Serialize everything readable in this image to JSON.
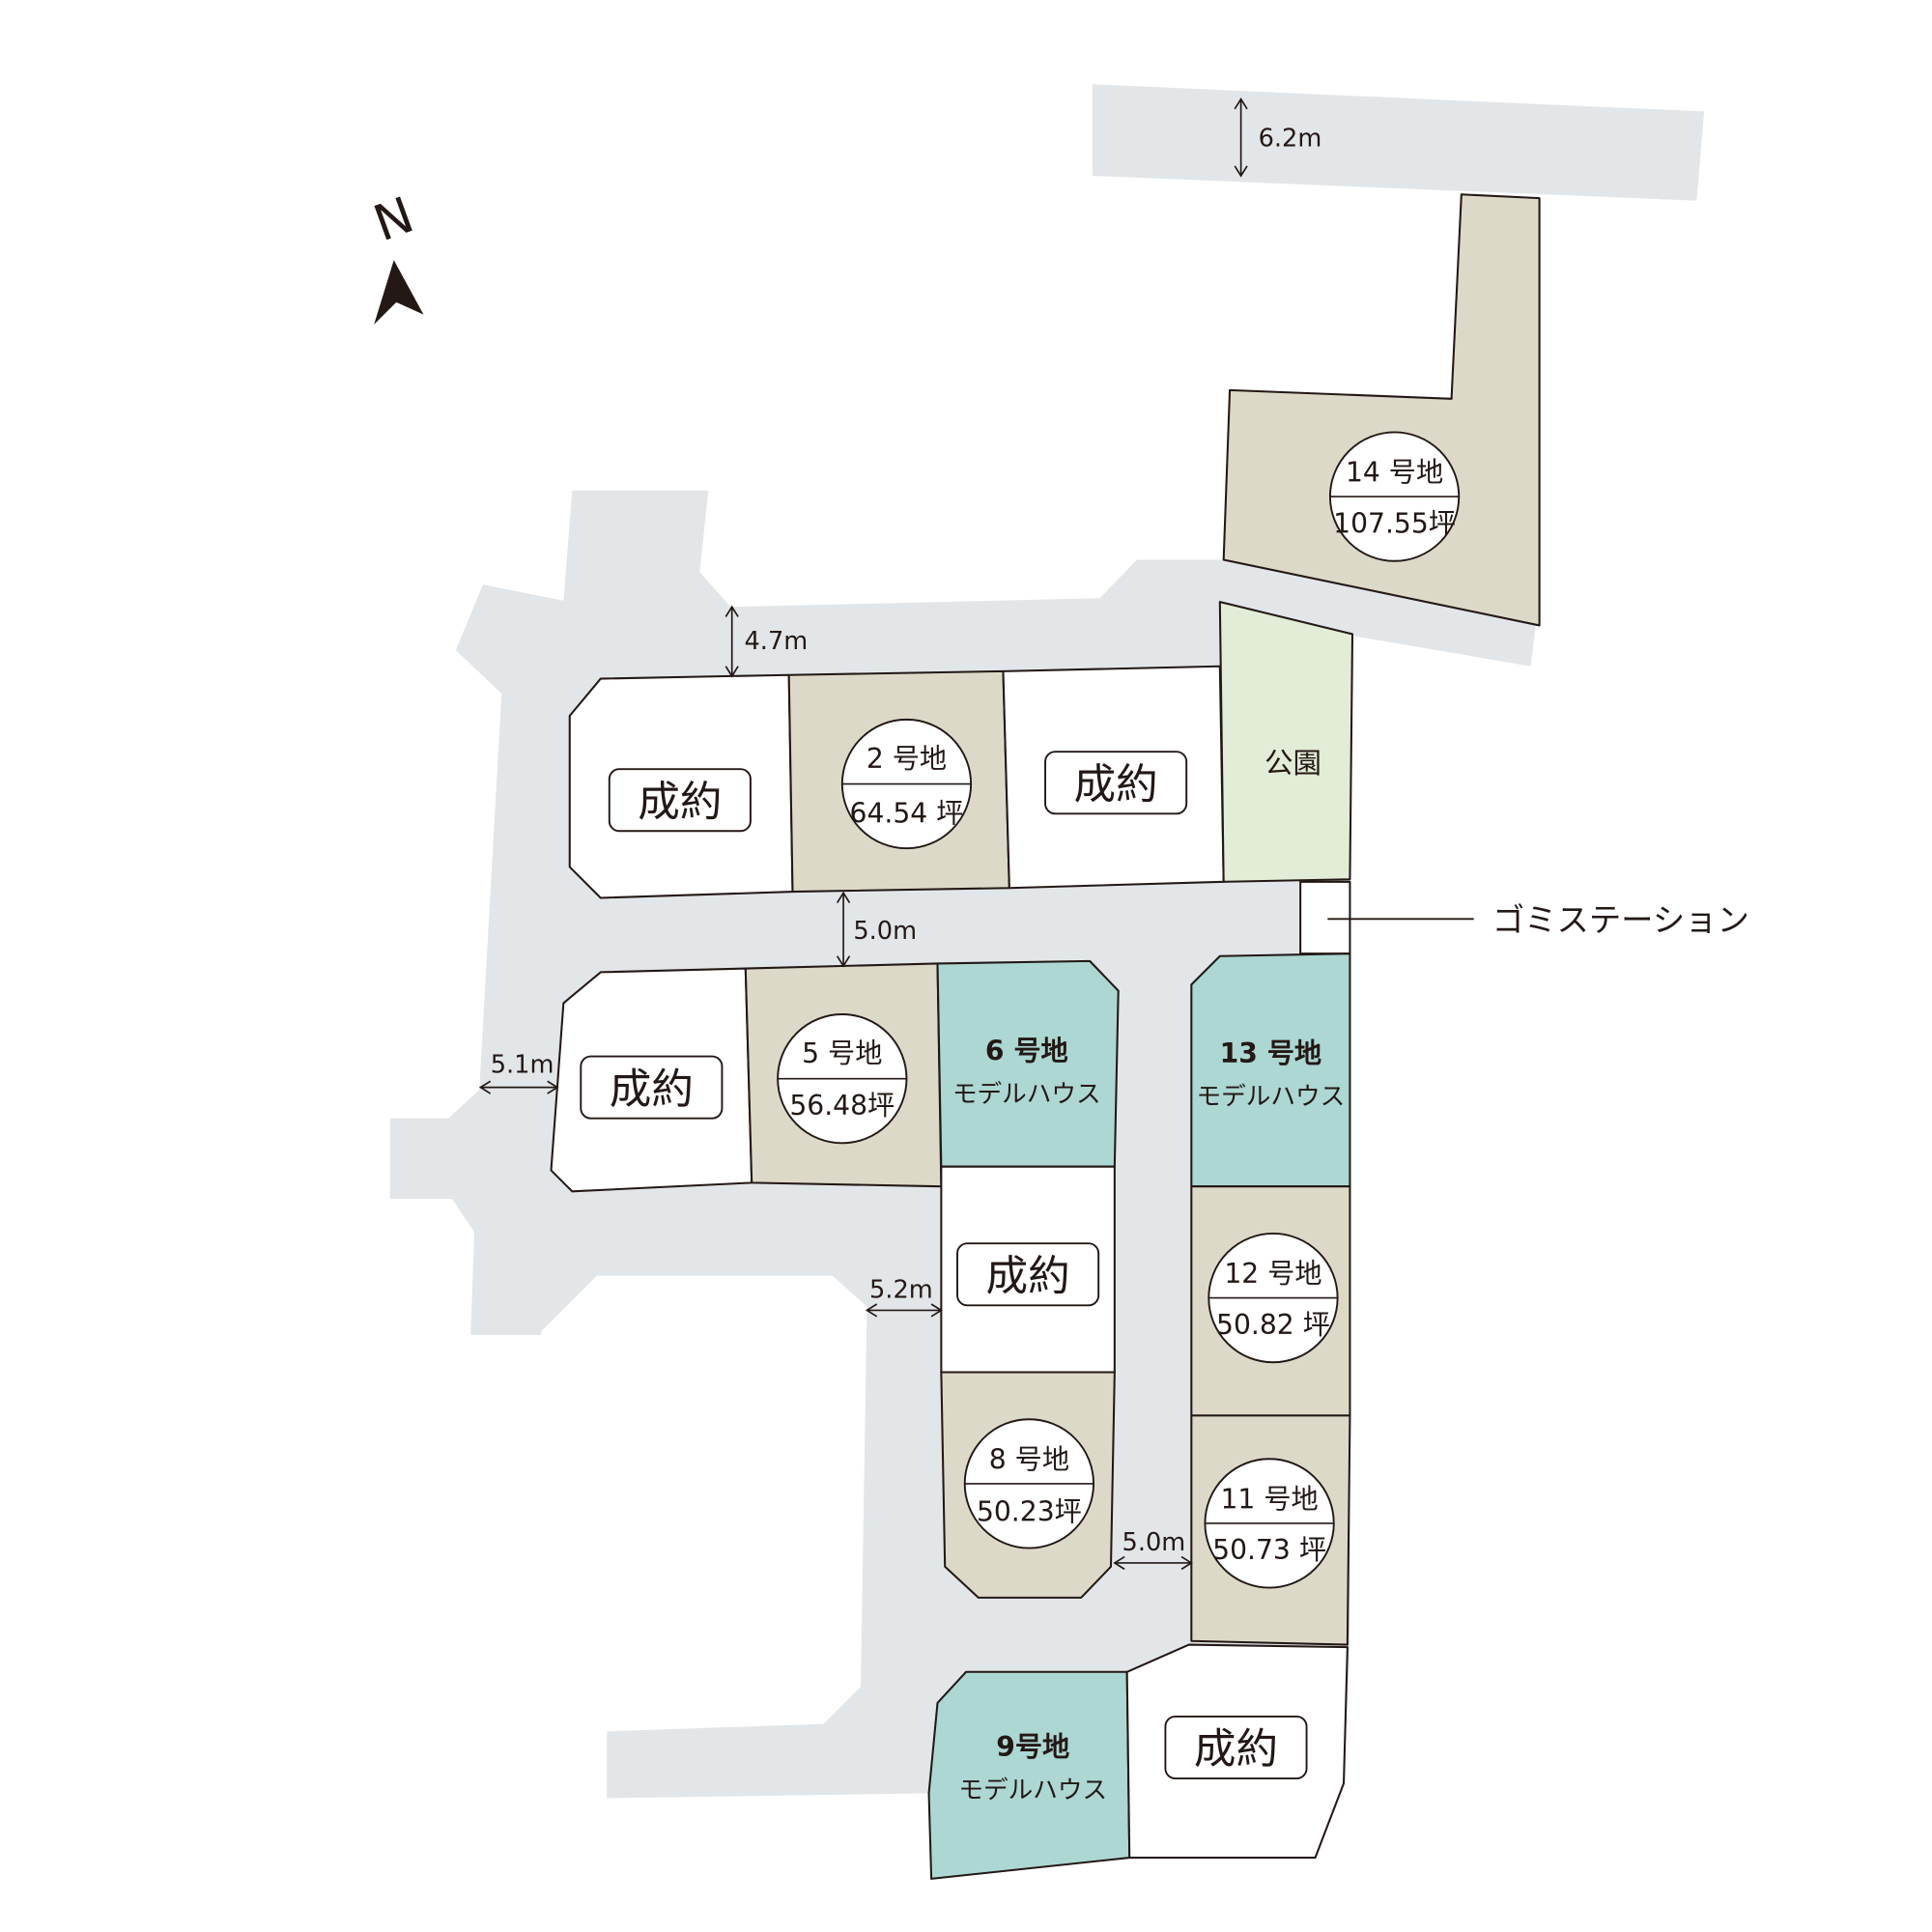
{
  "colors": {
    "road": "#e2e6e9",
    "available": "#ddd9c8",
    "model_house": "#acd7d3",
    "park": "#e2ecd6",
    "sold": "#ffffff"
  },
  "compass": {
    "label": "N"
  },
  "roads": {
    "top_width": "6.2m",
    "north_width": "4.7m",
    "middle_width": "5.0m",
    "west_width": "5.1m",
    "south_west_width": "5.2m",
    "east_width": "5.0m"
  },
  "sold_label": "成約",
  "lots": {
    "lot2": {
      "name": "2 号地",
      "area": "64.54 坪"
    },
    "lot5": {
      "name": "5 号地",
      "area": "56.48坪"
    },
    "lot6": {
      "name": "6 号地",
      "note": "モデルハウス"
    },
    "lot8": {
      "name": "8 号地",
      "area": "50.23坪"
    },
    "lot9": {
      "name": "9号地",
      "note": "モデルハウス"
    },
    "lot11": {
      "name": "11 号地",
      "area": "50.73 坪"
    },
    "lot12": {
      "name": "12 号地",
      "area": "50.82 坪"
    },
    "lot13": {
      "name": "13 号地",
      "note": "モデルハウス"
    },
    "lot14": {
      "name": "14 号地",
      "area": "107.55坪"
    }
  },
  "park": "公園",
  "garbage_station": "ゴミステーション"
}
